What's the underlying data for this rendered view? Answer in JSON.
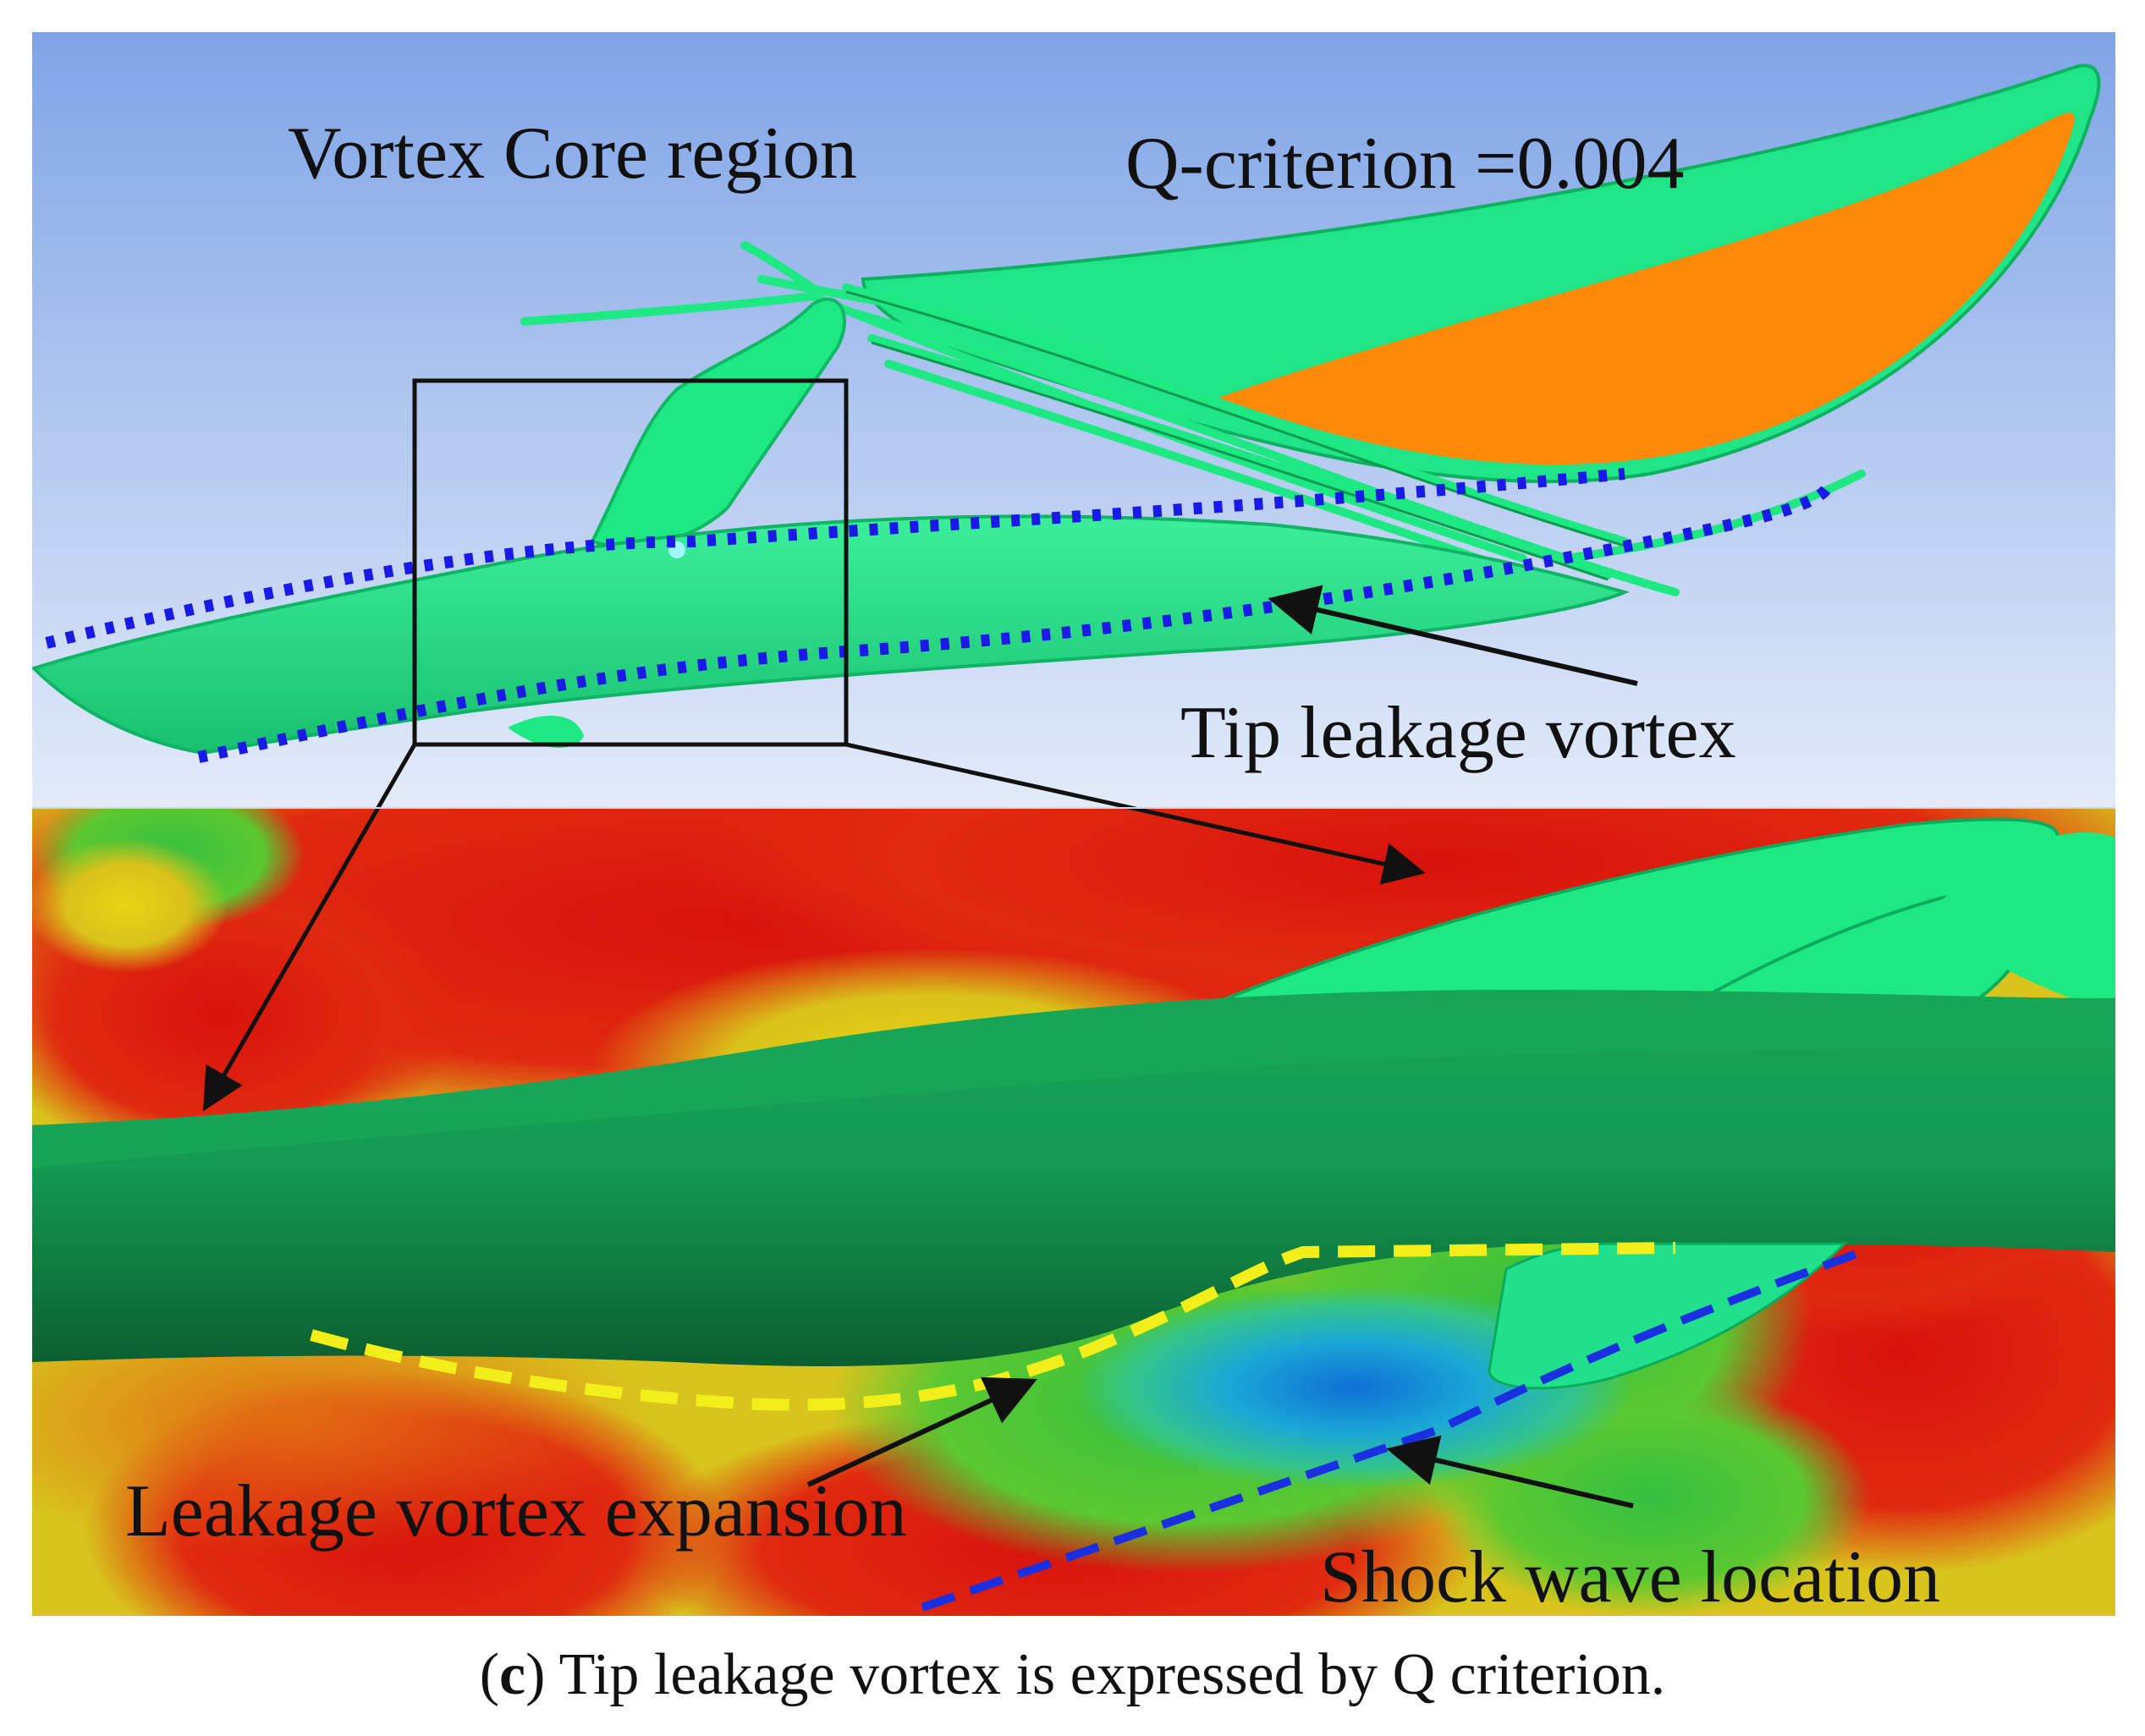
{
  "top_panel": {
    "label_vortex_core": "Vortex Core region",
    "label_q_criterion": "Q-criterion =0.004",
    "label_tip_leakage": "Tip leakage vortex"
  },
  "bottom_panel": {
    "label_leakage_expansion": "Leakage vortex expansion",
    "label_shock_wave": "Shock wave location"
  },
  "caption": {
    "prefix": "(",
    "panel_letter": "c",
    "text": ") Tip leakage vortex is expressed by Q criterion."
  },
  "colors": {
    "vortex_surface": "#1ee882",
    "vortex_dark": "#0d7a3e",
    "blade_tip": "#ff8a0a",
    "sky_top": "#7fa6e6",
    "sky_bottom": "#dfe8f8",
    "contour_red": "#e0150e",
    "contour_yellow": "#e6d010",
    "contour_green": "#2fbf3a",
    "contour_blue": "#1478d8",
    "dotted_outline": "#1a1ae6",
    "dashed_expansion": "#f2ee1a",
    "dashed_shock": "#1a2fe0"
  }
}
